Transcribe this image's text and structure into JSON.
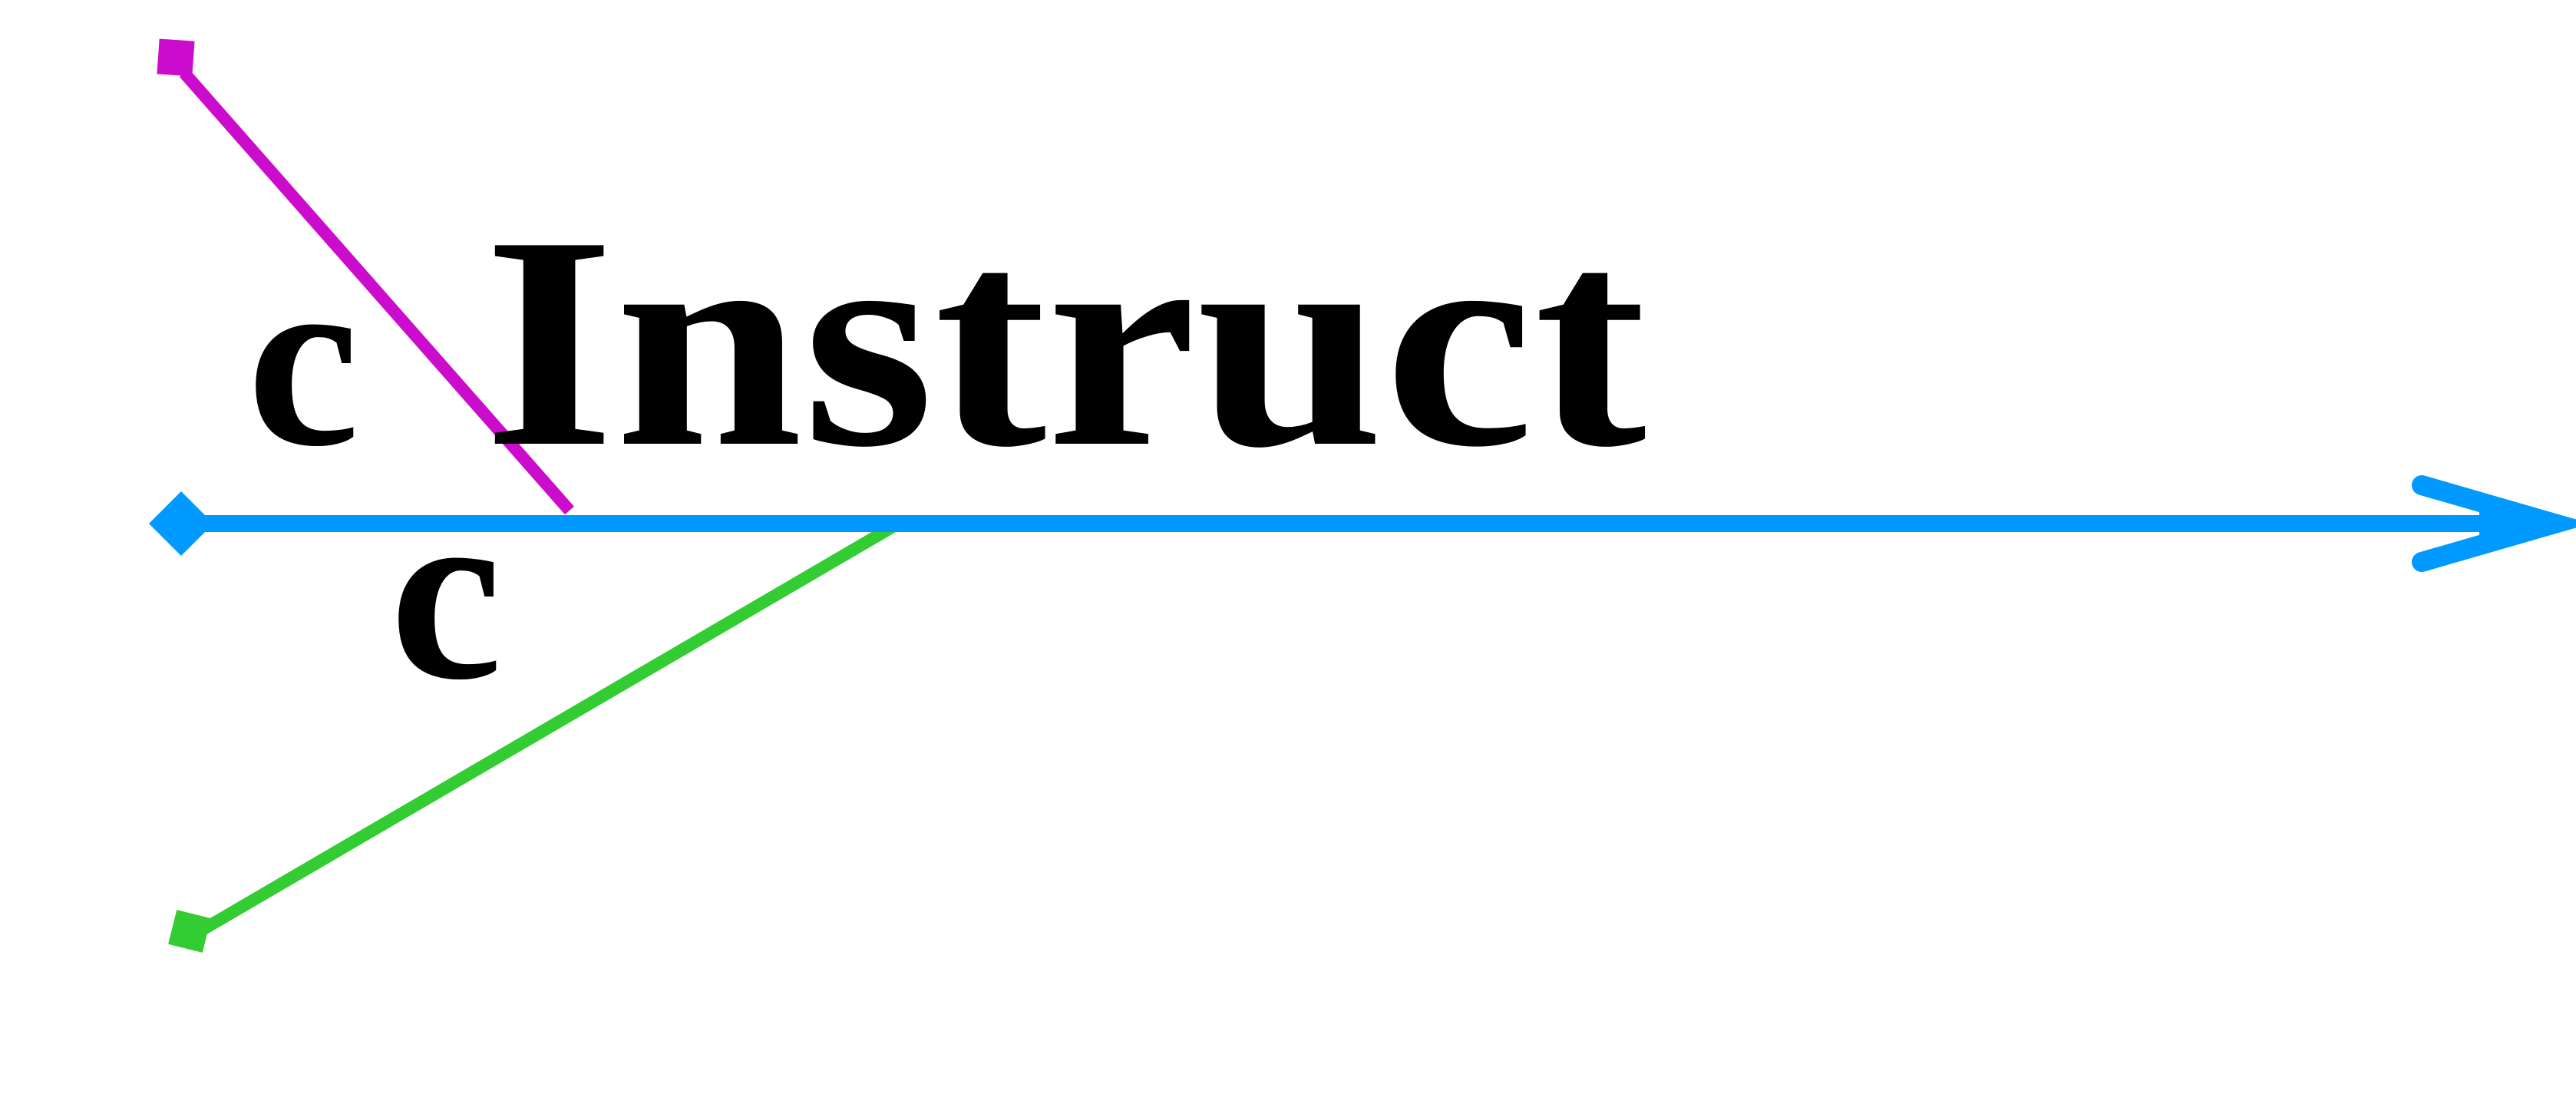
{
  "title": "Instruct",
  "labels": {
    "upper_c": "c",
    "lower_c": "c"
  },
  "colors": {
    "magenta_line": "#cc0ccc",
    "blue_axis": "#0099ff",
    "green_line": "#33cc33",
    "text": "#000000"
  }
}
